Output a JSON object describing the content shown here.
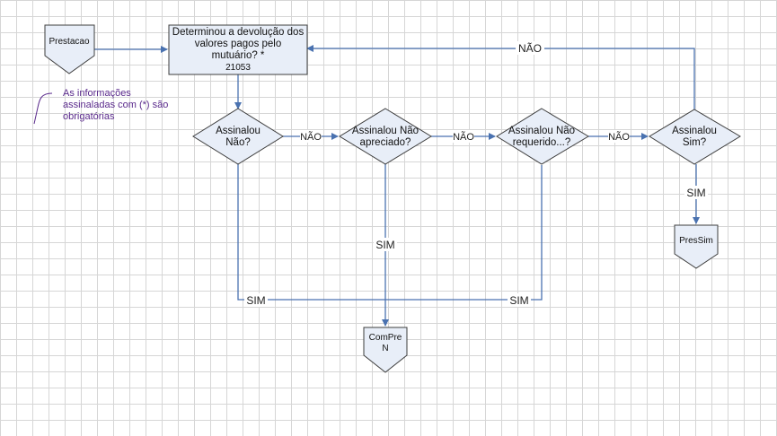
{
  "nodes": {
    "prestacao": "Prestacao",
    "question": {
      "lines": [
        "Determinou a devolução dos",
        "valores pagos pelo",
        "mutuário? *"
      ],
      "code": "21053"
    },
    "d1": [
      "Assinalou",
      "Não?"
    ],
    "d2": [
      "Assinalou Não",
      "apreciado?"
    ],
    "d3": [
      "Assinalou Não",
      "requerido...?"
    ],
    "d4": [
      "Assinalou",
      "Sim?"
    ],
    "comprenn": [
      "ComPre",
      "N"
    ],
    "pressim": "PresSim"
  },
  "note": [
    "As informações",
    "assinaladas com (*) são",
    "obrigatórias"
  ],
  "edges": {
    "nao": "NÃO",
    "sim": "SIM"
  },
  "colors": {
    "shape_fill": "#e8eef8",
    "connector": "#4a72b0",
    "note": "#5a2a8c"
  }
}
